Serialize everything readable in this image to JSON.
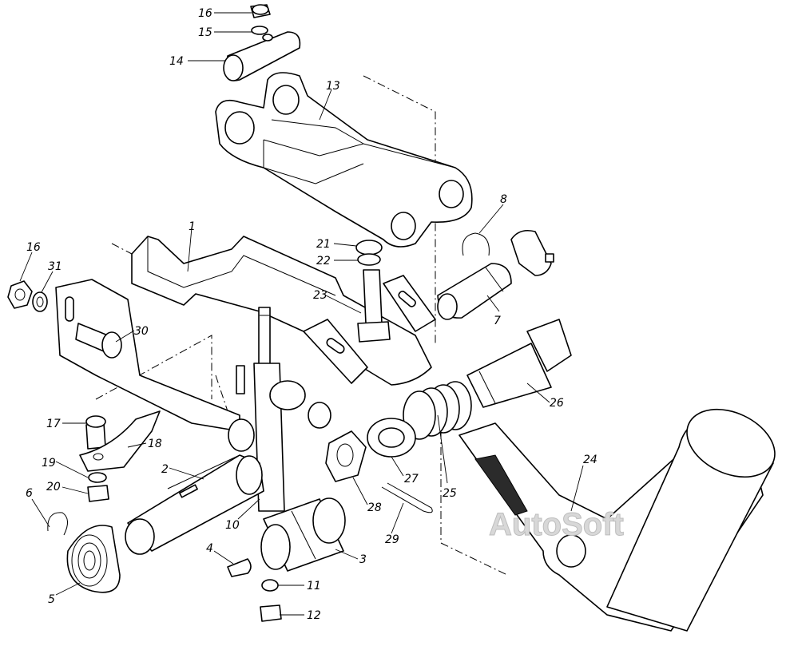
{
  "watermark": "AutoSoft",
  "labels": {
    "l1": "1",
    "l2": "2",
    "l3": "3",
    "l4": "4",
    "l5": "5",
    "l6": "6",
    "l7": "7",
    "l8": "8",
    "l10": "10",
    "l11": "11",
    "l12": "12",
    "l13": "13",
    "l14": "14",
    "l15": "15",
    "l16a": "16",
    "l16b": "16",
    "l17": "17",
    "l18": "18",
    "l19": "19",
    "l20": "20",
    "l21": "21",
    "l22": "22",
    "l23": "23",
    "l24": "24",
    "l25": "25",
    "l26": "26",
    "l27": "27",
    "l28": "28",
    "l29": "29",
    "l30": "30",
    "l31": "31"
  }
}
